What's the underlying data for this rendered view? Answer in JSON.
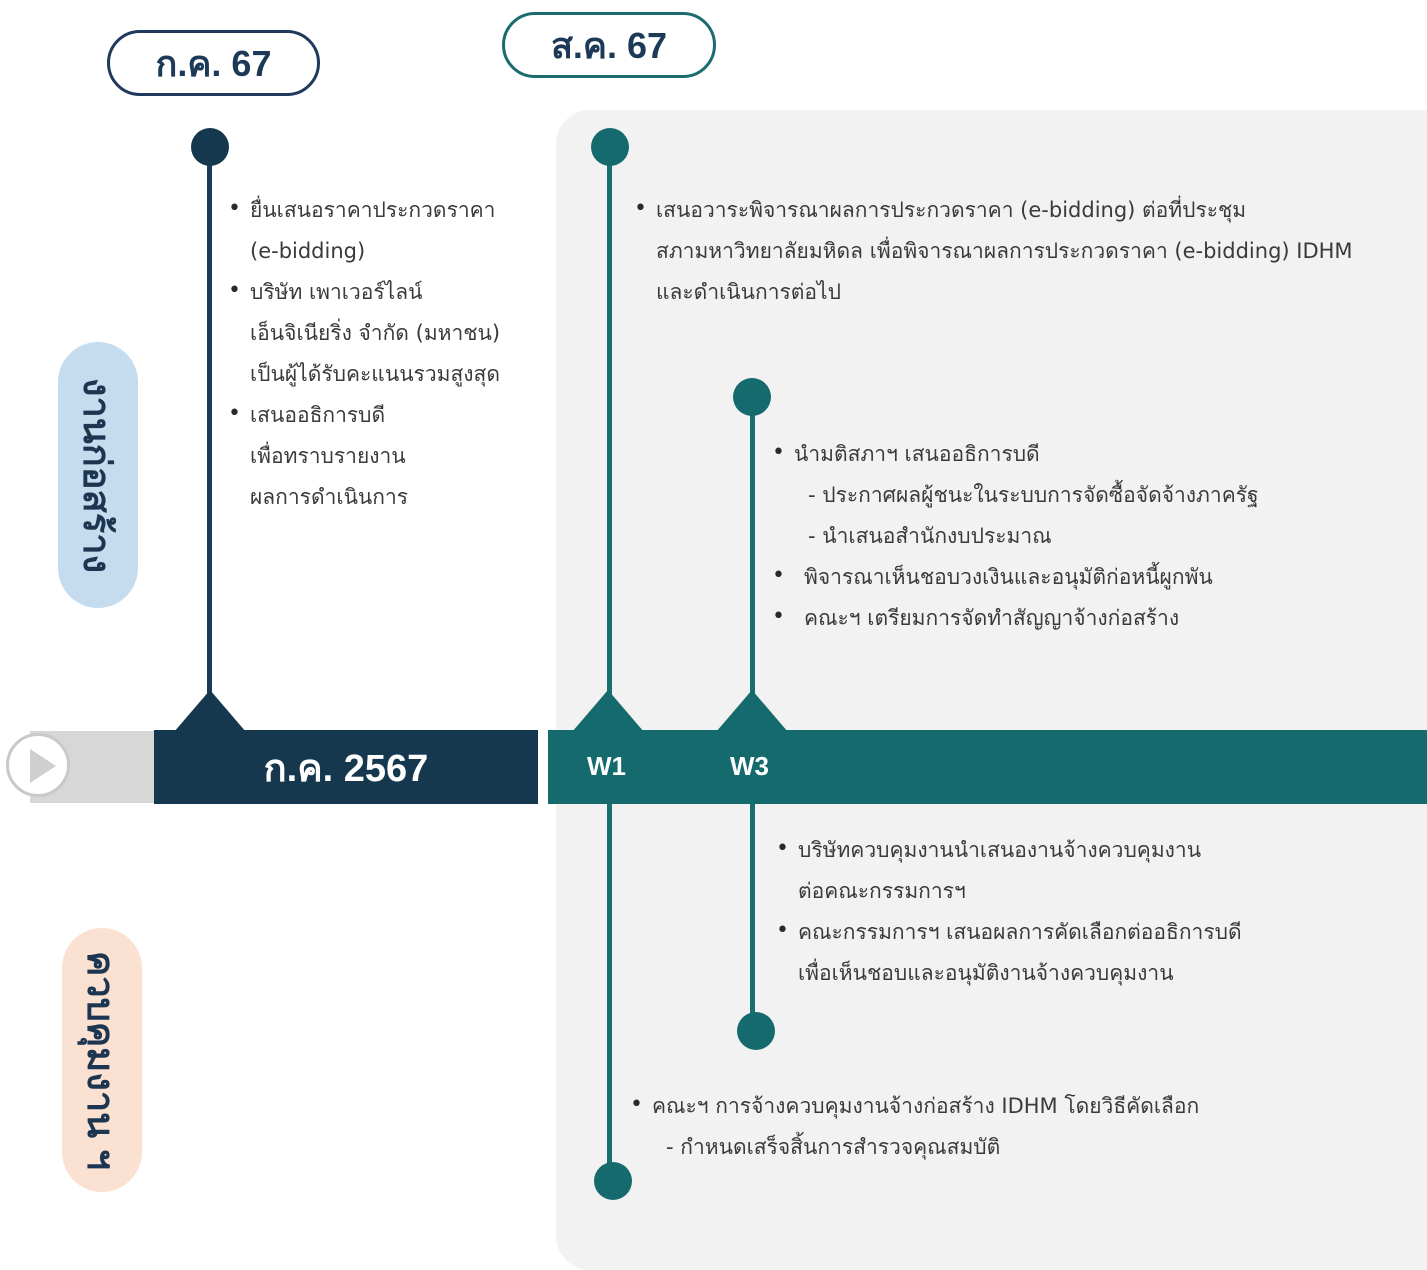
{
  "months": {
    "jul_short": "ก.ค. 67",
    "aug_short": "ส.ค. 67",
    "jul_bar": "ก.ค. 2567"
  },
  "categories": {
    "construction": "งานก่อสร้าง",
    "supervision": "ควบคุมงาน ฯ"
  },
  "weeks": {
    "w1": "W1",
    "w3": "W3"
  },
  "jul_construction": [
    "ยื่นเสนอราคาประกวดราคา",
    "(e-bidding)",
    "บริษัท เพาเวอร์ไลน์",
    "เอ็นจิเนียริ่ง จำกัด (มหาชน)",
    "เป็นผู้ได้รับคะแนนรวมสูงสุด",
    "เสนออธิการบดี",
    "เพื่อทราบรายงาน",
    "ผลการดำเนินการ"
  ],
  "aug_w1_construction": [
    "เสนอวาระพิจารณาผลการประกวดราคา (e-bidding) ต่อที่ประชุม",
    "สภามหาวิทยาลัยมหิดล  เพื่อพิจารณาผลการประกวดราคา (e-bidding) IDHM",
    "และดำเนินการต่อไป"
  ],
  "aug_w3_construction": [
    "นำมติสภาฯ เสนออธิการบดี",
    "- ประกาศผลผู้ชนะในระบบการจัดซื้อจัดจ้างภาครัฐ",
    "- นำเสนอสำนักงบประมาณ",
    "พิจารณาเห็นชอบวงเงินและอนุมัติก่อหนี้ผูกพัน",
    "คณะฯ เตรียมการจัดทำสัญญาจ้างก่อสร้าง"
  ],
  "aug_w3_supervision": [
    "บริษัทควบคุมงานนำเสนองานจ้างควบคุมงาน",
    "ต่อคณะกรรมการฯ",
    "คณะกรรมการฯ เสนอผลการคัดเลือกต่ออธิการบดี",
    "เพื่อเห็นชอบและอนุมัติงานจ้างควบคุมงาน"
  ],
  "aug_w1_supervision": [
    "คณะฯ การจ้างควบคุมงานจ้างก่อสร้าง IDHM โดยวิธีคัดเลือก",
    "- กำหนดเสร็จสิ้นการสำรวจคุณสมบัติ"
  ],
  "colors": {
    "navy": "#16384f",
    "teal": "#146a6c",
    "panel_gray": "#f3f2f3",
    "construction_pill": "#c5dcef",
    "supervision_pill": "#fbe1d1"
  }
}
